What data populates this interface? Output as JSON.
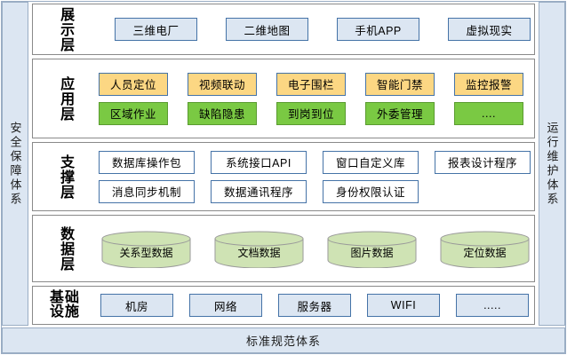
{
  "bands": {
    "left_label": "安全保障体系",
    "right_label": "运行维护体系",
    "bottom_label": "标准规范体系"
  },
  "colors": {
    "band_fill": "#dce6f2",
    "band_border": "#9aadc4",
    "layer_border": "#8a8a8a",
    "blue_fill": "#dce6f2",
    "blue_border": "#4573a7",
    "yellow_fill": "#fcd783",
    "yellow_border": "#4573a7",
    "green_fill": "#7ac943",
    "green_border": "#5a9b30",
    "cylinder_fill": "#cfe3b4",
    "cylinder_border": "#9a9a9a",
    "white_fill": "#ffffff"
  },
  "layers": [
    {
      "id": "presentation",
      "label": "展示层",
      "label_style": "stacked",
      "rows": [
        {
          "items": [
            {
              "text": "三维电厂",
              "style": "blue"
            },
            {
              "text": "二维地图",
              "style": "blue"
            },
            {
              "text": "手机APP",
              "style": "blue"
            },
            {
              "text": "虚拟现实",
              "style": "blue"
            }
          ]
        }
      ]
    },
    {
      "id": "application",
      "label": "应用层",
      "label_style": "stacked",
      "rows": [
        {
          "items": [
            {
              "text": "人员定位",
              "style": "yellow"
            },
            {
              "text": "视频联动",
              "style": "yellow"
            },
            {
              "text": "电子围栏",
              "style": "yellow"
            },
            {
              "text": "智能门禁",
              "style": "yellow"
            },
            {
              "text": "监控报警",
              "style": "yellow"
            }
          ]
        },
        {
          "items": [
            {
              "text": "区域作业",
              "style": "green"
            },
            {
              "text": "缺陷隐患",
              "style": "green"
            },
            {
              "text": "到岗到位",
              "style": "green"
            },
            {
              "text": "外委管理",
              "style": "green"
            },
            {
              "text": "....",
              "style": "green"
            }
          ]
        }
      ]
    },
    {
      "id": "support",
      "label": "支撑层",
      "label_style": "stacked",
      "rows": [
        {
          "items": [
            {
              "text": "数据库操作包",
              "style": "white"
            },
            {
              "text": "系统接口API",
              "style": "white"
            },
            {
              "text": "窗口自定义库",
              "style": "white"
            },
            {
              "text": "报表设计程序",
              "style": "white"
            }
          ]
        },
        {
          "items": [
            {
              "text": "消息同步机制",
              "style": "white"
            },
            {
              "text": "数据通讯程序",
              "style": "white"
            },
            {
              "text": "身份权限认证",
              "style": "white"
            },
            {
              "text": "",
              "style": "empty"
            }
          ]
        }
      ]
    },
    {
      "id": "data",
      "label": "数据层",
      "label_style": "stacked",
      "rows": [
        {
          "items": [
            {
              "text": "关系型数据",
              "style": "cylinder"
            },
            {
              "text": "文档数据",
              "style": "cylinder"
            },
            {
              "text": "图片数据",
              "style": "cylinder"
            },
            {
              "text": "定位数据",
              "style": "cylinder"
            }
          ]
        }
      ]
    },
    {
      "id": "infrastructure",
      "label": "基础\n设施",
      "label_style": "twoline",
      "rows": [
        {
          "items": [
            {
              "text": "机房",
              "style": "blue"
            },
            {
              "text": "网络",
              "style": "blue"
            },
            {
              "text": "服务器",
              "style": "blue"
            },
            {
              "text": "WIFI",
              "style": "blue"
            },
            {
              "text": ".....",
              "style": "blue"
            }
          ]
        }
      ]
    }
  ]
}
